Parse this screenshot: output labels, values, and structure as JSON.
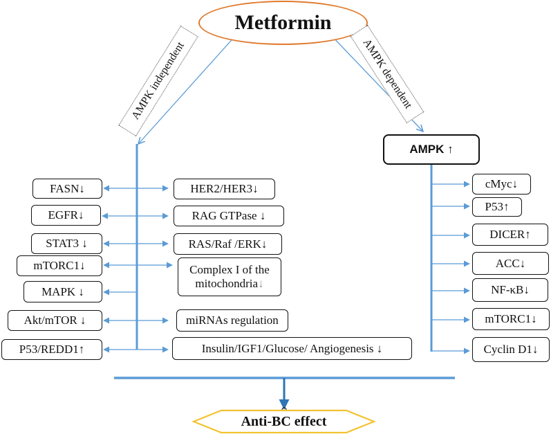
{
  "title": "Metformin",
  "branch_independent": "AMPK independent",
  "branch_dependent": "AMPK dependent",
  "ampk_node": "AMPK ↑",
  "left_targets": [
    "FASN↓",
    "EGFR↓",
    "STAT3 ↓",
    "mTORC1↓",
    "MAPK ↓",
    "Akt/mTOR ↓",
    "P53/REDD1↑"
  ],
  "middle_targets": {
    "her": "HER2/HER3↓",
    "rag": "RAG GTPase ↓",
    "ras": "RAS/Raf /ERK↓",
    "complex_line1": "Complex I of the",
    "complex_line2": "mitochondria",
    "complex_arrow": "↓",
    "mirna": "miRNAs regulation",
    "insulin": "Insulin/IGF1/Glucose/ Angiogenesis ↓"
  },
  "right_targets": [
    "cMyc↓",
    "P53↑",
    "DICER↑",
    "ACC↓",
    "NF-κB↓",
    "mTORC1↓",
    "Cyclin D1↓"
  ],
  "outcome": "Anti-BC effect",
  "colors": {
    "wire": "#5b9bd5",
    "ellipse_border": "#e07a2e",
    "hexagon_border": "#f2c230",
    "box_border": "#111111",
    "muted_arrow": "#999999"
  }
}
